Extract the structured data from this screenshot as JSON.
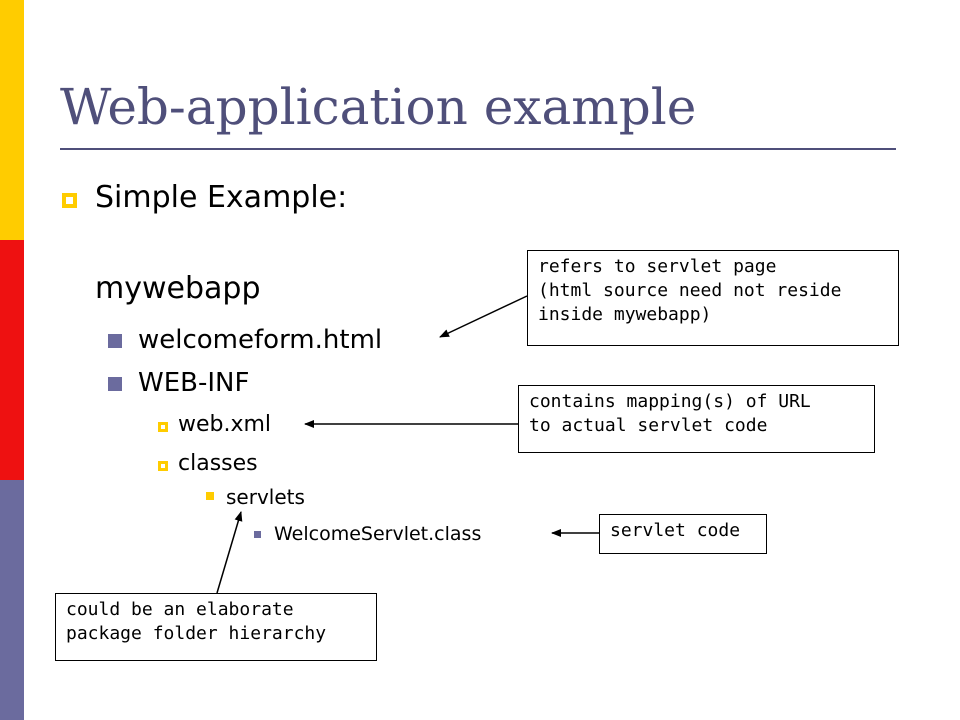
{
  "slide": {
    "title": "Web-application example",
    "bullet": "Simple Example:",
    "root": "mywebapp",
    "items": {
      "welcomeform": "welcomeform.html",
      "webinf": "WEB-INF",
      "webxml": "web.xml",
      "classes": "classes",
      "servlets": "servlets",
      "welcomeservlet": "WelcomeServlet.class"
    },
    "callouts": {
      "refers": [
        "refers to servlet page",
        "(html source need not reside",
        "inside mywebapp)"
      ],
      "mapping": [
        "contains mapping(s) of URL",
        "to actual servlet code"
      ],
      "code": [
        "servlet code"
      ],
      "hierarchy": [
        "could be an elaborate",
        "package folder hierarchy"
      ]
    },
    "colors": {
      "title": "#4f4f7a",
      "accent_yellow": "#ffcc00",
      "accent_red": "#ee1111",
      "accent_blue": "#6b6b9e"
    }
  }
}
